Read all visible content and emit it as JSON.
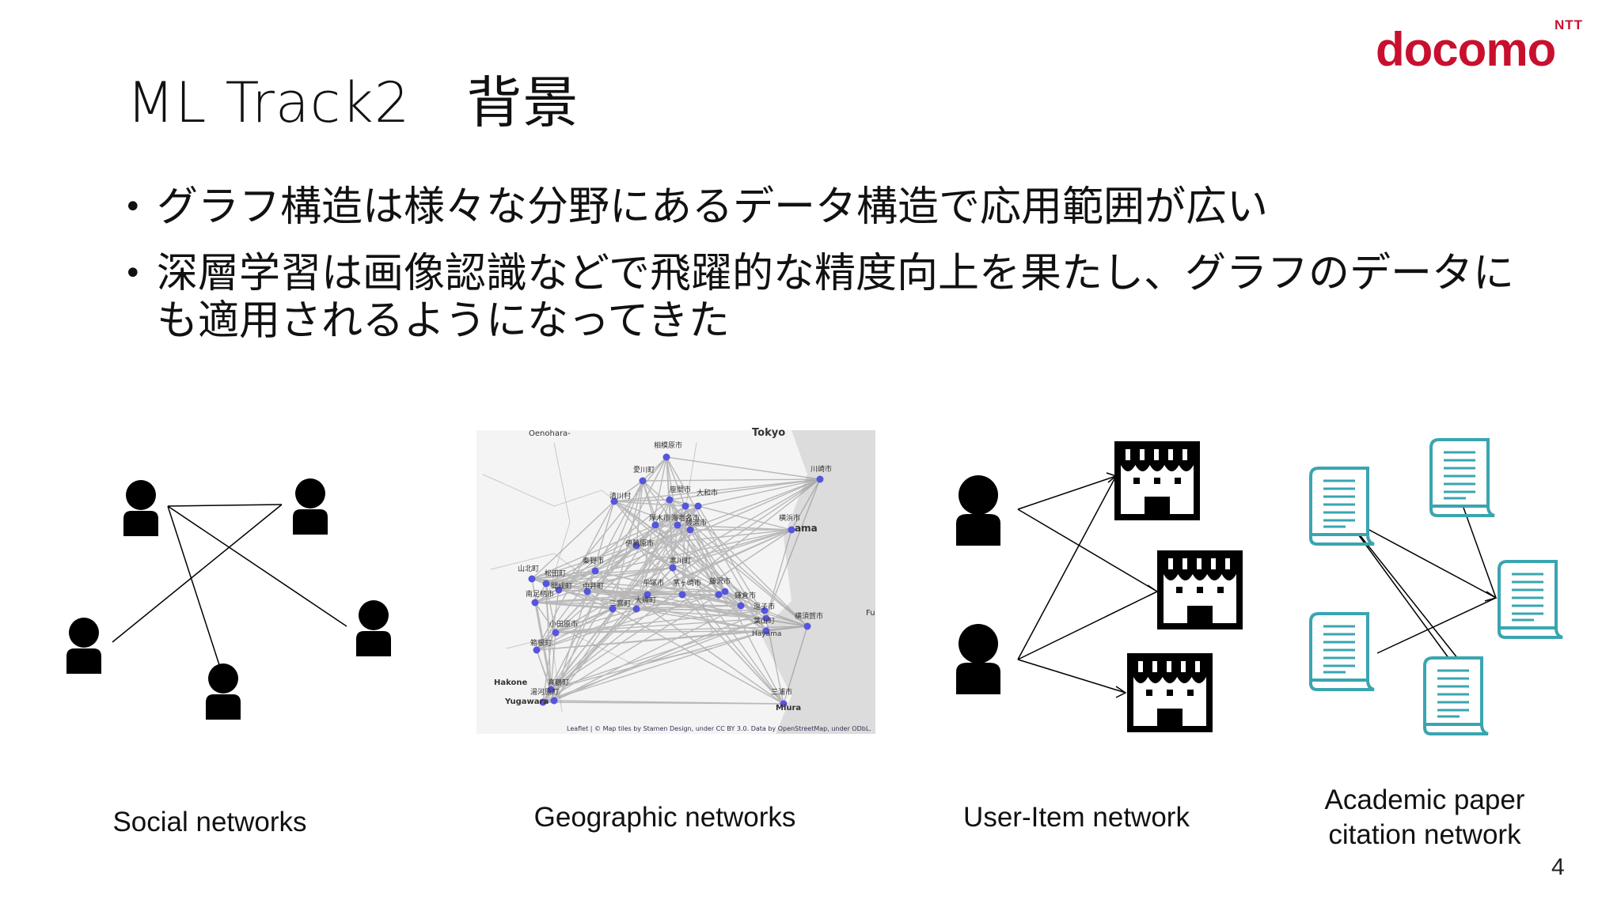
{
  "logo": {
    "small": "NTT",
    "main": "docomo"
  },
  "title": "ML Track2　背景",
  "bullets": [
    "グラフ構造は様々な分野にあるデータ構造で応用範囲が広い",
    "深層学習は画像認識などで飛躍的な精度向上を果たし、グラフのデータにも適用されるようになってきた"
  ],
  "bullet_symbol": "•",
  "captions": {
    "social": "Social networks",
    "geographic": "Geographic networks",
    "user_item": "User-Item network",
    "academic_line1": "Academic paper",
    "academic_line2": "citation network"
  },
  "map": {
    "top_left": "Oenohara-",
    "top_right": "Tokyo",
    "cities": [
      "相模原市",
      "愛川町",
      "川崎市",
      "清川村",
      "座間市",
      "大和市",
      "厚木市",
      "海老名市",
      "綾瀬市",
      "横浜市",
      "ama",
      "伊勢原市",
      "寒川町",
      "山北町",
      "松田町",
      "秦野市",
      "開成町",
      "中井町",
      "平塚市",
      "茅ヶ崎市",
      "藤沢市",
      "鎌倉市",
      "南足柄市",
      "二宮町",
      "大磯町",
      "逗子市",
      "小田原市",
      "横須賀市",
      "葉山町",
      "Hayama",
      "箱根町",
      "Hakone",
      "湯河原町",
      "真鶴町",
      "Yugawara",
      "三浦市",
      "Miura",
      "Fu"
    ],
    "attribution": "Leaflet | © Map tiles by Stamen Design, under CC BY 3.0. Data by OpenStreetMap, under ODbL."
  },
  "page_number": "4",
  "colors": {
    "brand": "#c8102e",
    "doc_icon": "#3aa5b0",
    "map_node": "#5555dd"
  },
  "icons": [
    "person-icon",
    "store-icon",
    "document-icon"
  ]
}
